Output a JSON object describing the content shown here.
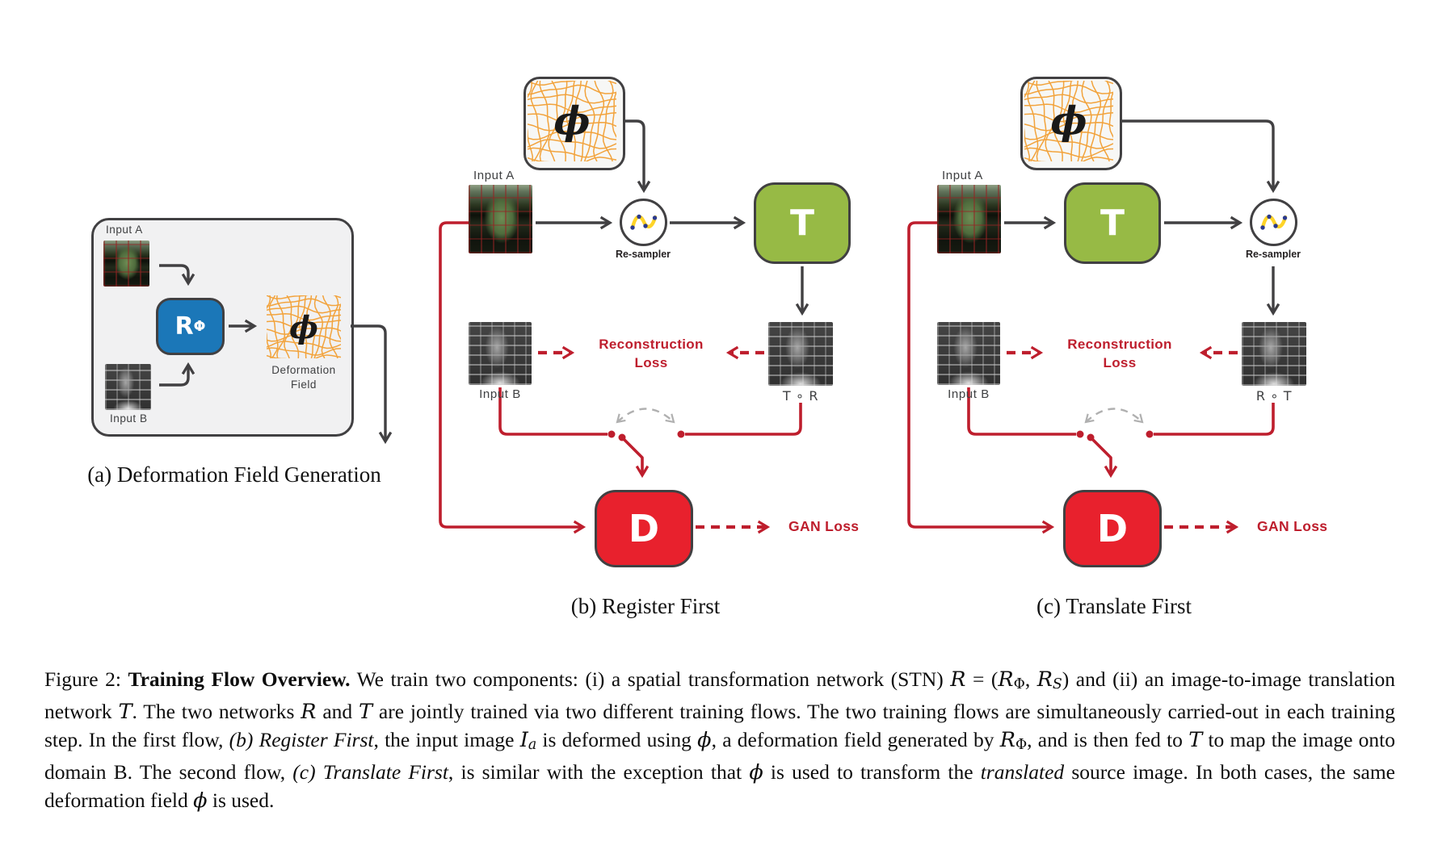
{
  "colors": {
    "ink": "#414042",
    "red": "#be1e2d",
    "redbox": "#e8212d",
    "blue": "#1b77b8",
    "green": "#97ba45",
    "orange": "#f2a33c",
    "panelbg": "#f1f1f2",
    "gray": "#b0b0b0",
    "yellow": "#ffd428",
    "navy": "#2b3a8f",
    "label": "#3f4042"
  },
  "panel_a": {
    "caption": "(a) Deformation Field Generation",
    "input_a_label": "Input A",
    "input_b_label": "Input B",
    "node_r": "R",
    "node_r_sub": "Φ",
    "phi": "ϕ",
    "deformation_line1": "Deformation",
    "deformation_line2": "Field"
  },
  "panel_b": {
    "caption": "(b) Register First",
    "phi": "ϕ",
    "input_a_label": "Input A",
    "input_b_label": "Input B",
    "resampler_label": "Re-sampler",
    "node_t": "T",
    "node_d": "D",
    "composed_label": "T ∘ R",
    "recon_line1": "Reconstruction",
    "recon_line2": "Loss",
    "gan_label": "GAN Loss"
  },
  "panel_c": {
    "caption": "(c) Translate First",
    "phi": "ϕ",
    "input_a_label": "Input A",
    "input_b_label": "Input B",
    "resampler_label": "Re-sampler",
    "node_t": "T",
    "node_d": "D",
    "composed_label": "R ∘ T",
    "recon_line1": "Reconstruction",
    "recon_line2": "Loss",
    "gan_label": "GAN Loss"
  },
  "figure_caption": {
    "p0": "Figure 2: ",
    "b0": "Training Flow Overview.",
    "p1": " We train two components: (i) a spatial transformation network (STN) ",
    "m1": "R",
    "p2": " = (",
    "m2": "R",
    "sub2": "Φ",
    "p3": ", ",
    "m3": "R",
    "sub3": "S",
    "p4": ") and (ii) an image-to-image translation network ",
    "m4": "T",
    "p5": ". The two networks ",
    "m5": "R",
    "p6": " and ",
    "m6": "T",
    "p7": " are jointly trained via two different training flows. The two training flows are simultaneously carried-out in each training step. In the first flow, ",
    "i1": "(b) Register First",
    "p8": ", the input image ",
    "m7": "I",
    "sub7": "a",
    "p9": " is deformed using ",
    "m8": "ϕ",
    "p10": ", a deformation field generated by ",
    "m9": "R",
    "sub9": "Φ",
    "p11": ", and is then fed to ",
    "m10": "T",
    "p12": " to map the image onto domain B. The second flow, ",
    "i2": "(c) Translate First",
    "p13": ", is similar with the exception that ",
    "m11": "ϕ",
    "p14": " is used to transform the ",
    "i3": "translated",
    "p15": " source image. In both cases, the same deformation field ",
    "m12": "ϕ",
    "p16": " is used."
  }
}
